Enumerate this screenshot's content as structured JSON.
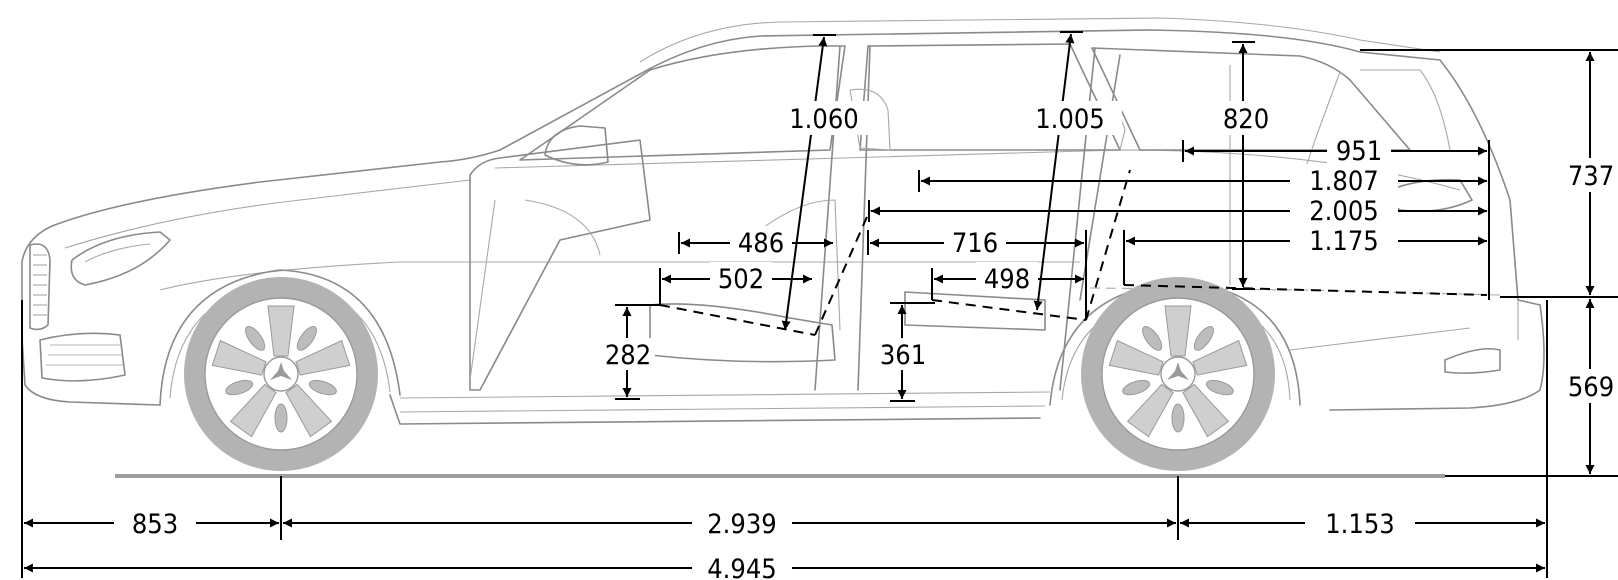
{
  "dimensions": {
    "front_overhang": "853",
    "wheelbase": "2.939",
    "rear_overhang": "1.153",
    "overall_length": "4.945",
    "front_headroom": "1.060",
    "rear_headroom": "1.005",
    "cargo_opening_height": "820",
    "roof_to_bumper_height": "737",
    "bumper_height": "569",
    "cargo_length_top": "951",
    "cargo_length_rear_seats": "1.807",
    "cargo_length_front_seats": "2.005",
    "cargo_length_floor": "1.175",
    "front_seat_depth": "486",
    "front_cushion_length": "502",
    "front_seat_height": "282",
    "rear_legroom": "716",
    "rear_cushion_length": "498",
    "rear_seat_height": "361"
  },
  "colors": {
    "car_line": "#8a8a8a",
    "tire": "#b3b3b3",
    "dimension": "#000000"
  }
}
